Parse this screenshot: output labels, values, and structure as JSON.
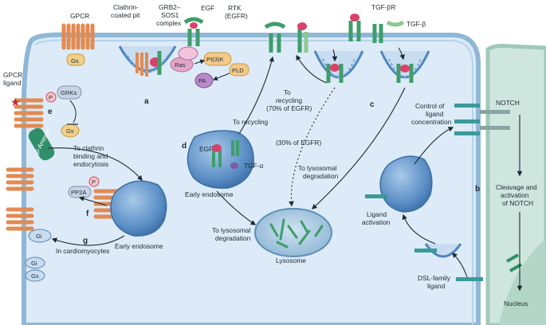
{
  "labels": {
    "gpcr": "GPCR",
    "clathrin_pit": [
      "Clathrin-",
      "coated pit"
    ],
    "grb2": [
      "GRB2–",
      "SOS1",
      "complex"
    ],
    "egf_top": "EGF",
    "rtk": [
      "RTK",
      "(EGFR)"
    ],
    "tgfbr": "TGF-βR",
    "tgfb": "TGF-β",
    "gs_top": "Gs",
    "ras": "Ras",
    "pi3k": "PI(3)K",
    "pld": "PLD",
    "pa": "PA",
    "gpcr_ligand": [
      "GPCR",
      "ligand"
    ],
    "grks": "GRKs",
    "p": "P",
    "arrestin": "β-Arrestin",
    "gs_mid": "Gs",
    "clathrin_binding": [
      "To clathrin",
      "binding and",
      "endocytosis"
    ],
    "pp2a": "PP2A",
    "gi": "Gi",
    "gs_low": "Gs",
    "in_cardio": "In cardiomyocytes",
    "early_endosome_left": "Early endosome",
    "to_recycling": "To recycling",
    "egf_endo": "EGF",
    "tgfa": "TGF-α",
    "early_endosome_mid": "Early endosome",
    "to_lyso_deg_left": [
      "To lysosomal",
      "degradation"
    ],
    "recycling_70": [
      "To",
      "recycling",
      "(70% of EGFR)"
    ],
    "egfr_30": "(30% of EGFR)",
    "to_lyso_deg_mid": [
      "To lysosomal",
      "degradation"
    ],
    "lysosome": "Lysosome",
    "control_ligand": [
      "Control of",
      "ligand",
      "concentration"
    ],
    "ligand_activation": [
      "Ligand",
      "activation"
    ],
    "dsl_ligand": [
      "DSL-family",
      "ligand"
    ],
    "notch": "NOTCH",
    "cleavage": [
      "Cleavage and",
      "activation",
      "of NOTCH"
    ],
    "nucleus": "Nucleus",
    "panel_a": "a",
    "panel_b": "b",
    "panel_c": "c",
    "panel_d": "d",
    "panel_e": "e",
    "panel_f": "f",
    "panel_g": "g"
  },
  "colors": {
    "cell_fill": "#dcebf7",
    "cell_edge": "#8fb7d6",
    "membrane": "#6fa2c9",
    "gpcr": "#e28a52",
    "receptor_green": "#3f9d6a",
    "ligand_red": "#d8426a",
    "endosome": "#4f86bf",
    "text": "#1f2933"
  }
}
